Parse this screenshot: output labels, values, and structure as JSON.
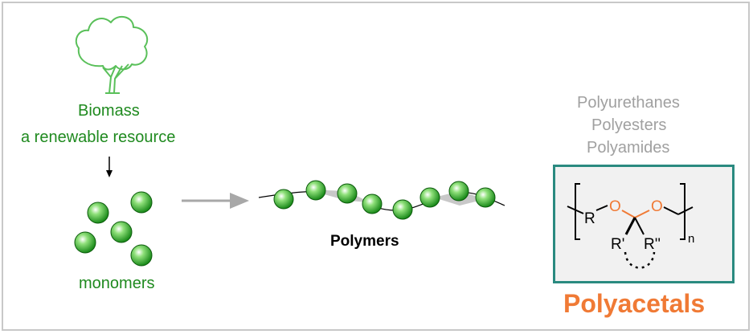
{
  "biomass": {
    "line1": "Biomass",
    "line2": "a renewable resource",
    "icon": "tree-icon",
    "color": "#1f8a1f"
  },
  "monomers": {
    "label": "monomers"
  },
  "polymers": {
    "label": "Polymers"
  },
  "other_polymers": [
    "Polyurethanes",
    "Polyesters",
    "Polyamides"
  ],
  "polyacetal": {
    "label": "Polyacetals",
    "accent_color": "#f07a35",
    "box_color": "#2a8a80",
    "structure": {
      "R": "R",
      "O1": "O",
      "O2": "O",
      "R1": "R'",
      "R2": "R''",
      "n": "n"
    }
  }
}
